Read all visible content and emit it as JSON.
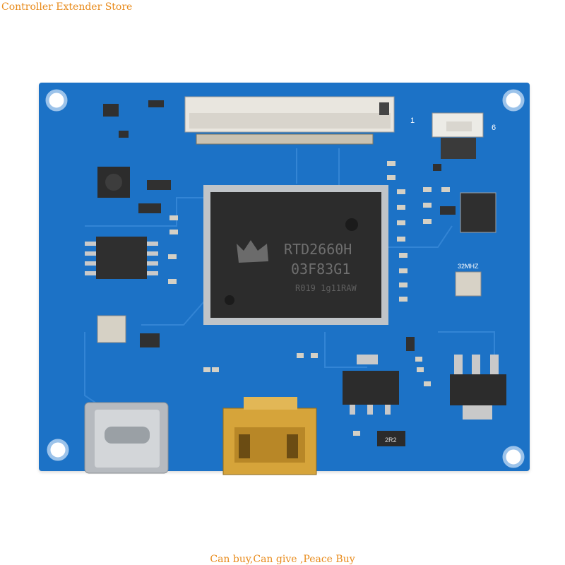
{
  "banner": {
    "top_text": "Controller Extender Store",
    "bottom_text": "Can buy,Can give ,Peace Buy"
  },
  "board": {
    "chip_marking": {
      "line1": "RTD2660H",
      "line2": "03F83G1",
      "line3": "R019 1g11RAW"
    },
    "connector_pin_1": "1",
    "connector_pin_6": "6",
    "crystal_label": "32MHZ",
    "resistor_label": "2R2",
    "colors": {
      "pcb": "#1c72c6",
      "chip": "#2a2a2a",
      "metal": "#c0c4c8",
      "gold": "#d4a63a"
    }
  }
}
